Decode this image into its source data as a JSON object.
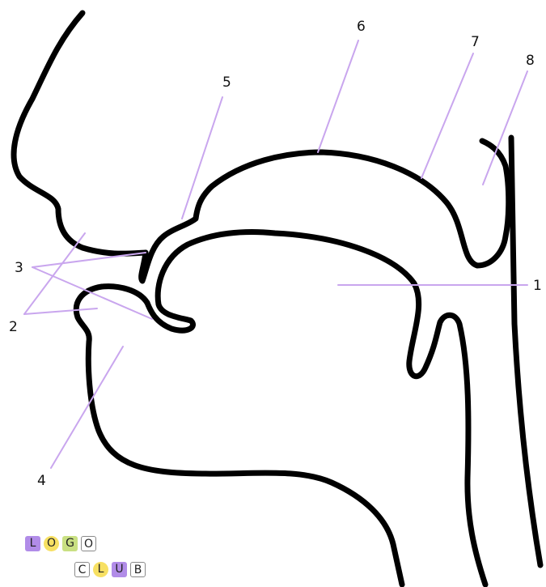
{
  "diagram": {
    "labels": [
      "1",
      "2",
      "3",
      "4",
      "5",
      "6",
      "7",
      "8"
    ],
    "leader_color": "#c9a6ee",
    "outline_color": "#000000"
  },
  "logo": {
    "row1": [
      "L",
      "O",
      "G",
      "O"
    ],
    "row2": [
      "C",
      "L",
      "U",
      "B"
    ],
    "colors": {
      "purple": "#b18ce8",
      "yellow": "#f7e063",
      "green": "#c9e082",
      "outline": "#8a8a8a"
    }
  }
}
